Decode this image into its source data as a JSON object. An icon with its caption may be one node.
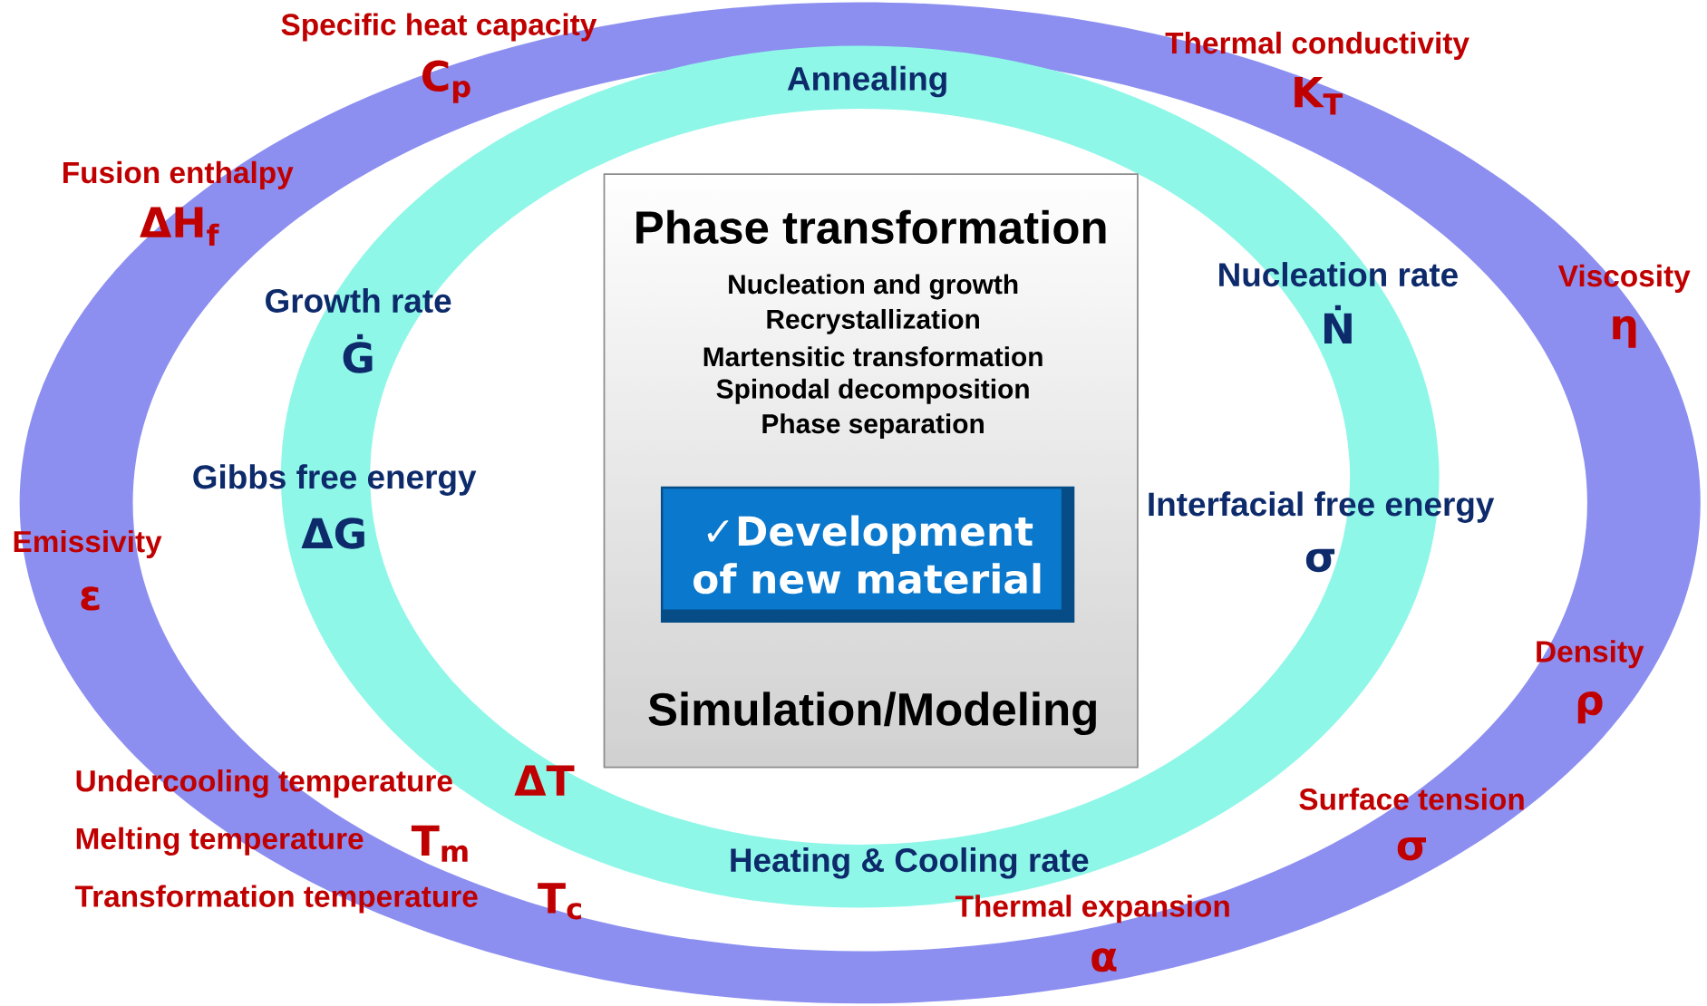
{
  "diagram": {
    "nodes": [
      {
        "text": [
          "Phase transformation",
          "Nucleation and growth",
          "Recrystallization",
          "Martensitic transformation",
          "Spinodal decomposition",
          "Phase separation",
          "Simulation/Modeling"
        ]
      },
      {
        "text": [
          "✓Development of new material"
        ],
        "in": 0
      }
    ],
    "labels": [
      "Specific heat capacity",
      "C$_{p}$",
      "Thermal conductivity",
      "K$_{T}$",
      "Annealing",
      "Fusion enthalpy",
      "ΔH$_{f}$",
      "Nucleation rate",
      "Ṅ",
      "Viscosity",
      "η",
      "Growth rate",
      "Ġ",
      "Gibbs free energy",
      "ΔG",
      "Interfacial free energy",
      "σ",
      "Emissivity",
      "ε",
      "Density",
      "ρ",
      "Undercooling temperature",
      "ΔT",
      "Surface tension",
      "σ",
      "Melting temperature",
      "T$_{m}$",
      "Heating & Cooling rate",
      "Transformation temperature",
      "T$_{c}$",
      "Thermal expansion",
      "α"
    ]
  }
}
